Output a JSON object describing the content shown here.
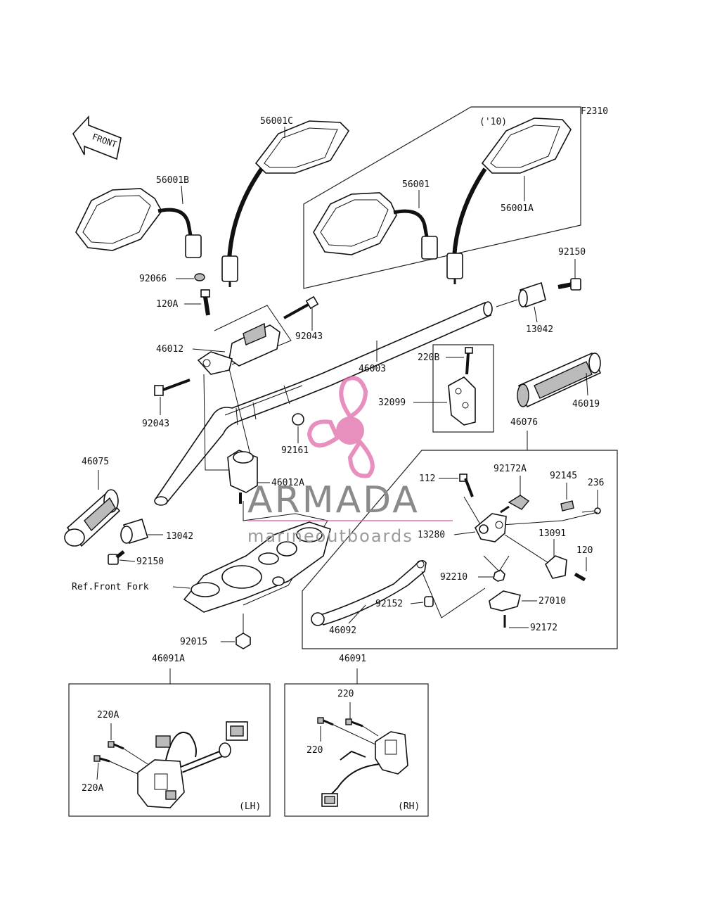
{
  "figure_code": "F2310",
  "front_tag": "FRONT",
  "year_box_label": "('10)",
  "ref_label": "Ref.Front Fork",
  "lh_label": "(LH)",
  "rh_label": "(RH)",
  "watermark": {
    "brand": "ARMADA",
    "sub": "marineoutboards",
    "logo_color": "#e06aa8"
  },
  "parts": {
    "p56001C": "56001C",
    "p56001B": "56001B",
    "p56001": "56001",
    "p56001A": "56001A",
    "p92150a": "92150",
    "p92066": "92066",
    "p120A": "120A",
    "p92043a": "92043",
    "p13042a": "13042",
    "p46012": "46012",
    "p46003": "46003",
    "p220B": "220B",
    "p92043b": "92043",
    "p32099": "32099",
    "p46019": "46019",
    "p92161": "92161",
    "p46076": "46076",
    "p46075": "46075",
    "p46012A": "46012A",
    "p112": "112",
    "p92172A": "92172A",
    "p92145": "92145",
    "p236": "236",
    "p13280": "13280",
    "p13091": "13091",
    "p13042b": "13042",
    "p92150b": "92150",
    "p120": "120",
    "p92210": "92210",
    "p92152": "92152",
    "p27010": "27010",
    "p46092": "46092",
    "p92172": "92172",
    "p92015": "92015",
    "p46091A": "46091A",
    "p46091": "46091",
    "p220A1": "220A",
    "p220A2": "220A",
    "p220a": "220",
    "p220b": "220"
  }
}
